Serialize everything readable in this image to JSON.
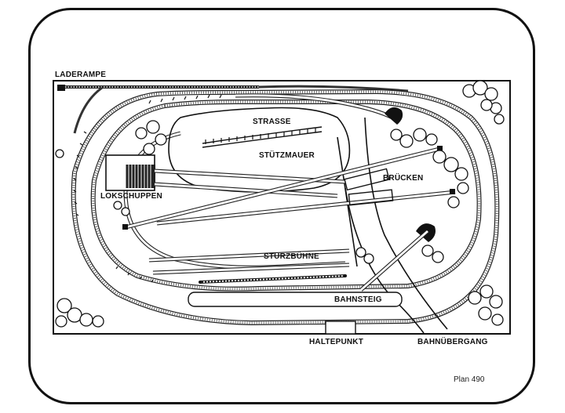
{
  "labels": {
    "laderampe": "LADERAMPE",
    "strasse": "STRASSE",
    "stuetzmauer": "STÜTZMAUER",
    "lokschuppen": "LOKSCHUPPEN",
    "bruecken": "BRÜCKEN",
    "sturzbuehne": "STURZBÜHNE",
    "bahnsteig": "BAHNSTEIG",
    "haltepunkt": "HALTEPUNKT",
    "bahnuebergang": "BAHNÜBERGANG"
  },
  "caption": "Plan 490"
}
